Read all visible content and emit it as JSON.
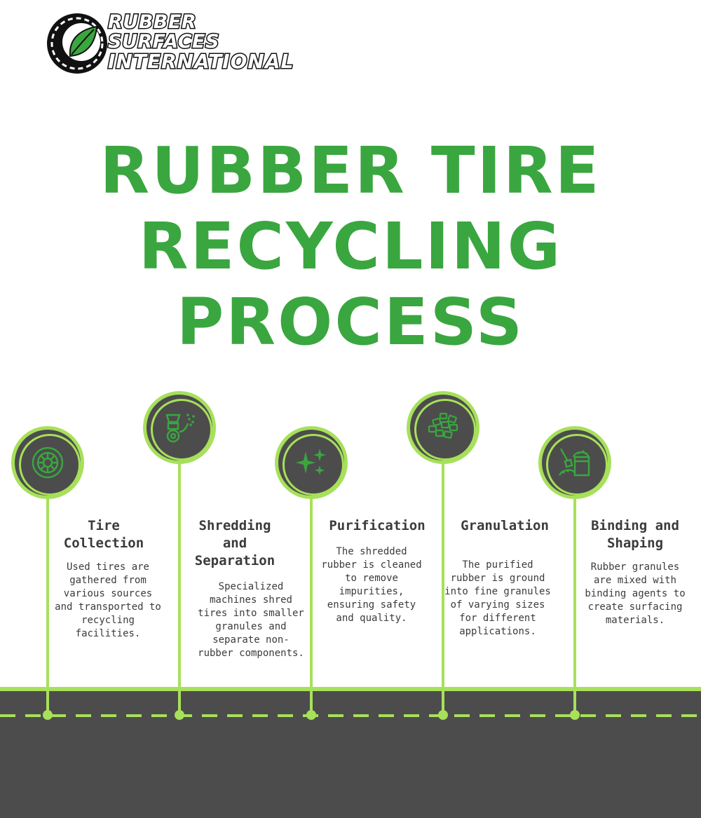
{
  "logo": {
    "line1": "RUBBER",
    "line2": "SURFACES",
    "line3": "INTERNATIONAL"
  },
  "title": {
    "line1": "RUBBER TIRE",
    "line2": "RECYCLING",
    "line3": "PROCESS"
  },
  "colors": {
    "title_green": "#3aa63f",
    "accent_lime": "#a7e05a",
    "road_gray": "#4c4c4c",
    "text_dark": "#3b3b3b"
  },
  "steps": [
    {
      "icon": "tire-icon",
      "title": "Tire\nCollection",
      "description": "Used tires are gathered from various sources and transported to recycling facilities."
    },
    {
      "icon": "shredder-icon",
      "title": "Shredding\nand\nSeparation",
      "description": "Specialized machines shred tires into smaller granules and separate non-rubber components."
    },
    {
      "icon": "sparkle-icon",
      "title": "Purification",
      "description": "The shredded rubber is cleaned to remove impurities, ensuring safety and quality."
    },
    {
      "icon": "granules-icon",
      "title": "Granulation",
      "description": "The purified rubber is ground into fine granules of varying sizes for different applications."
    },
    {
      "icon": "binding-icon",
      "title": "Binding and\nShaping",
      "description": "Rubber granules are mixed with binding agents to create surfacing materials."
    }
  ]
}
